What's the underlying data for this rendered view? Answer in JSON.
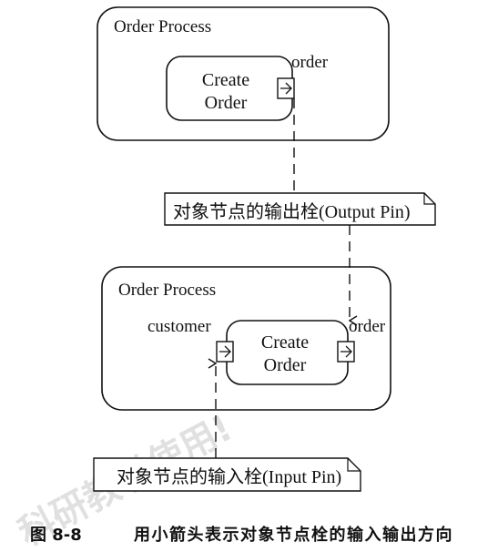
{
  "diagram": {
    "top_activity": {
      "title": "Order Process",
      "action": {
        "line1": "Create",
        "line2": "Order"
      },
      "output_pin_label": "order"
    },
    "bottom_activity": {
      "title": "Order Process",
      "action": {
        "line1": "Create",
        "line2": "Order"
      },
      "input_pin_label": "customer",
      "output_pin_label": "order"
    },
    "notes": {
      "output_pin_note": "对象节点的输出栓(Output Pin)",
      "input_pin_note": "对象节点的输入栓(Input Pin)"
    }
  },
  "caption": {
    "number": "图 8-8",
    "text": "用小箭头表示对象节点栓的输入输出方向"
  },
  "watermark": "科研教学使用!",
  "colors": {
    "ink": "#111111",
    "watermark": "#c8c8c8",
    "background": "#ffffff"
  }
}
